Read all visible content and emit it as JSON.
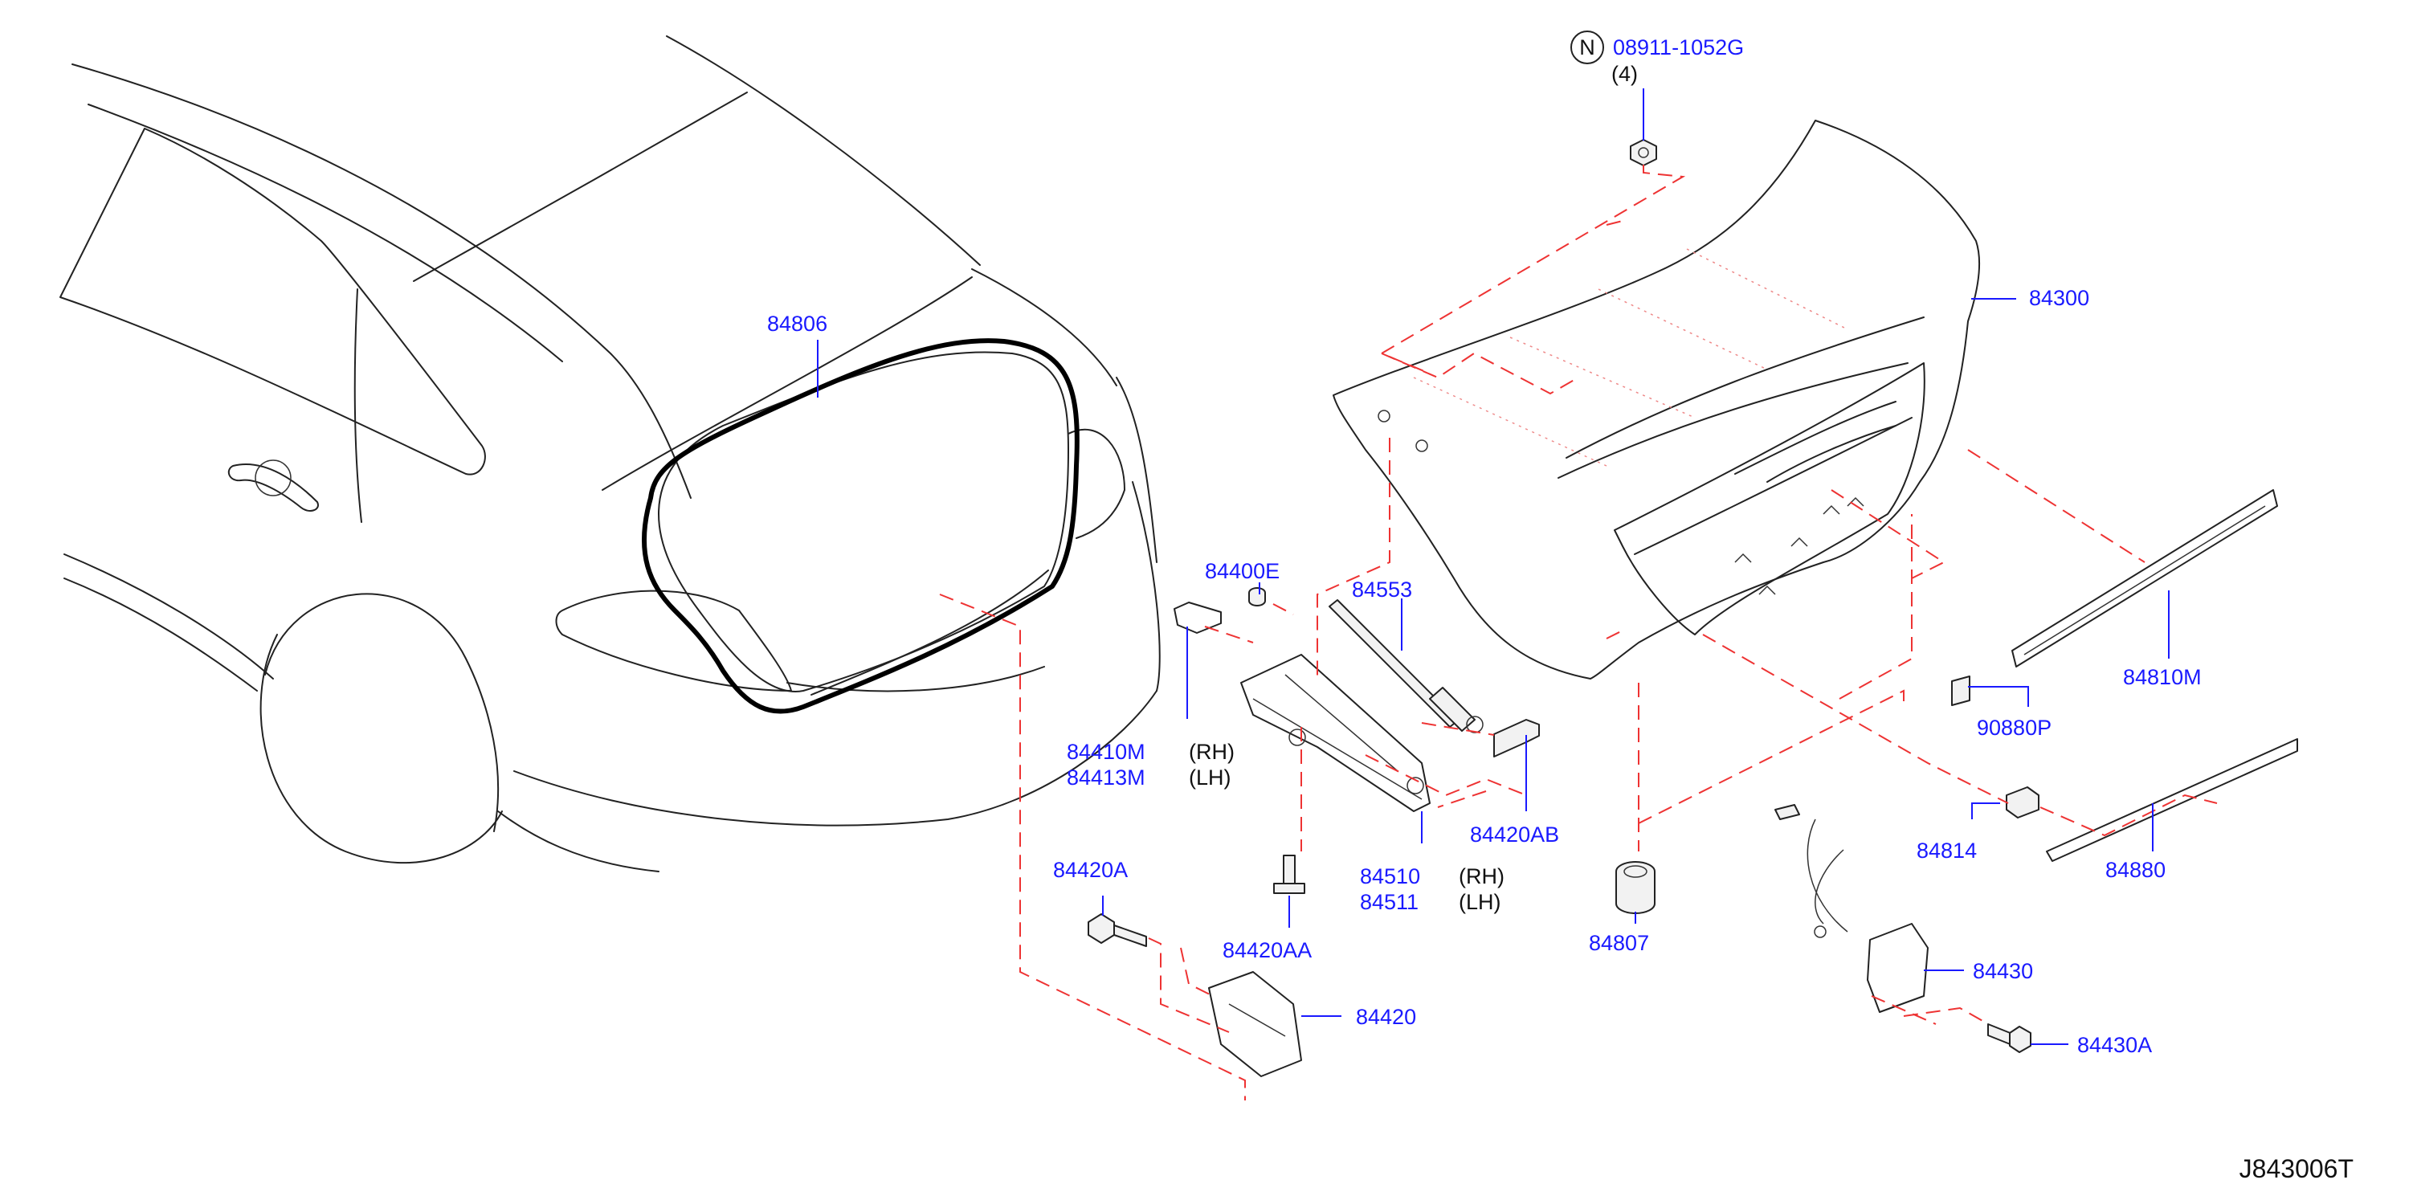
{
  "diagram": {
    "reference_code": "J843006T",
    "parts": [
      {
        "id": "p-08911-1052G",
        "number": "08911-1052G",
        "qty": "(4)",
        "prefix_symbol": "N"
      },
      {
        "id": "p-84300",
        "number": "84300"
      },
      {
        "id": "p-84806",
        "number": "84806"
      },
      {
        "id": "p-84400E",
        "number": "84400E"
      },
      {
        "id": "p-84553",
        "number": "84553"
      },
      {
        "id": "p-84410M",
        "number": "84410M",
        "side": "(RH)"
      },
      {
        "id": "p-84413M",
        "number": "84413M",
        "side": "(LH)"
      },
      {
        "id": "p-84420AB",
        "number": "84420AB"
      },
      {
        "id": "p-84510",
        "number": "84510",
        "side": "(RH)"
      },
      {
        "id": "p-84511",
        "number": "84511",
        "side": "(LH)"
      },
      {
        "id": "p-84420A",
        "number": "84420A"
      },
      {
        "id": "p-84420AA",
        "number": "84420AA"
      },
      {
        "id": "p-84420",
        "number": "84420"
      },
      {
        "id": "p-84807",
        "number": "84807"
      },
      {
        "id": "p-84810M",
        "number": "84810M"
      },
      {
        "id": "p-90880P",
        "number": "90880P"
      },
      {
        "id": "p-84814",
        "number": "84814"
      },
      {
        "id": "p-84880",
        "number": "84880"
      },
      {
        "id": "p-84430",
        "number": "84430"
      },
      {
        "id": "p-84430A",
        "number": "84430A"
      }
    ]
  }
}
